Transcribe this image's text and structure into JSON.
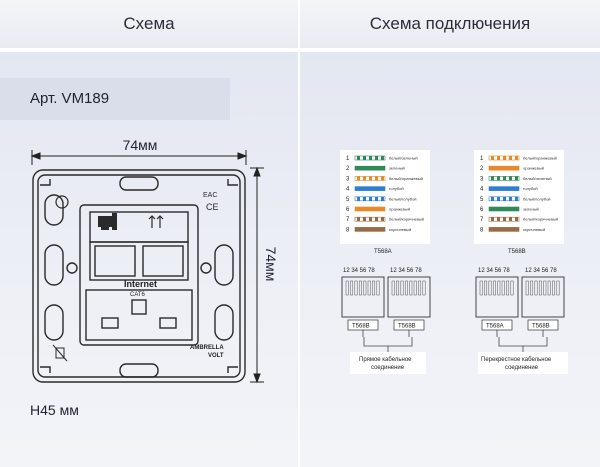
{
  "header": {
    "left_title": "Схема",
    "right_title": "Схема подключения"
  },
  "product": {
    "article": "Арт. VM189",
    "width_label": "74мм",
    "height_label": "74мм",
    "depth_label": "H45 мм",
    "socket_label_1": "Internet",
    "socket_label_2": "CAT6",
    "brand_1": "AMBRELLA",
    "brand_2": "VOLT"
  },
  "wiring": {
    "t568a": {
      "caption": "T568A",
      "rows": [
        {
          "num": "1",
          "color": "#2e8b57",
          "stripe": true,
          "label": "белый/зеленый"
        },
        {
          "num": "2",
          "color": "#2e8b57",
          "stripe": false,
          "label": "зеленый"
        },
        {
          "num": "3",
          "color": "#e8892a",
          "stripe": true,
          "label": "белый/оранжевый"
        },
        {
          "num": "4",
          "color": "#2f7fd0",
          "stripe": false,
          "label": "голубой"
        },
        {
          "num": "5",
          "color": "#2f7fd0",
          "stripe": true,
          "label": "белый/голубой"
        },
        {
          "num": "6",
          "color": "#e8892a",
          "stripe": false,
          "label": "оранжевый"
        },
        {
          "num": "7",
          "color": "#9a6a44",
          "stripe": true,
          "label": "белый/коричневый"
        },
        {
          "num": "8",
          "color": "#9a6a44",
          "stripe": false,
          "label": "коричневый"
        }
      ]
    },
    "t568b": {
      "caption": "T568B",
      "rows": [
        {
          "num": "1",
          "color": "#e8892a",
          "stripe": true,
          "label": "белый/оранжевый"
        },
        {
          "num": "2",
          "color": "#e8892a",
          "stripe": false,
          "label": "оранжевый"
        },
        {
          "num": "3",
          "color": "#2e8b57",
          "stripe": true,
          "label": "белый/зеленый"
        },
        {
          "num": "4",
          "color": "#2f7fd0",
          "stripe": false,
          "label": "голубой"
        },
        {
          "num": "5",
          "color": "#2f7fd0",
          "stripe": true,
          "label": "белый/голубой"
        },
        {
          "num": "6",
          "color": "#2e8b57",
          "stripe": false,
          "label": "зеленый"
        },
        {
          "num": "7",
          "color": "#9a6a44",
          "stripe": true,
          "label": "белый/коричневый"
        },
        {
          "num": "8",
          "color": "#9a6a44",
          "stripe": false,
          "label": "коричневый"
        }
      ]
    },
    "pin_groups": "12 34 56 78",
    "straight": {
      "plug_left": "T568B",
      "plug_right": "T568B",
      "caption_line1": "Прямое кабельное",
      "caption_line2": "соединение"
    },
    "cross": {
      "plug_left": "T568A",
      "plug_right": "T568B",
      "caption_line1": "Перекрестное кабельное",
      "caption_line2": "соединение"
    }
  }
}
